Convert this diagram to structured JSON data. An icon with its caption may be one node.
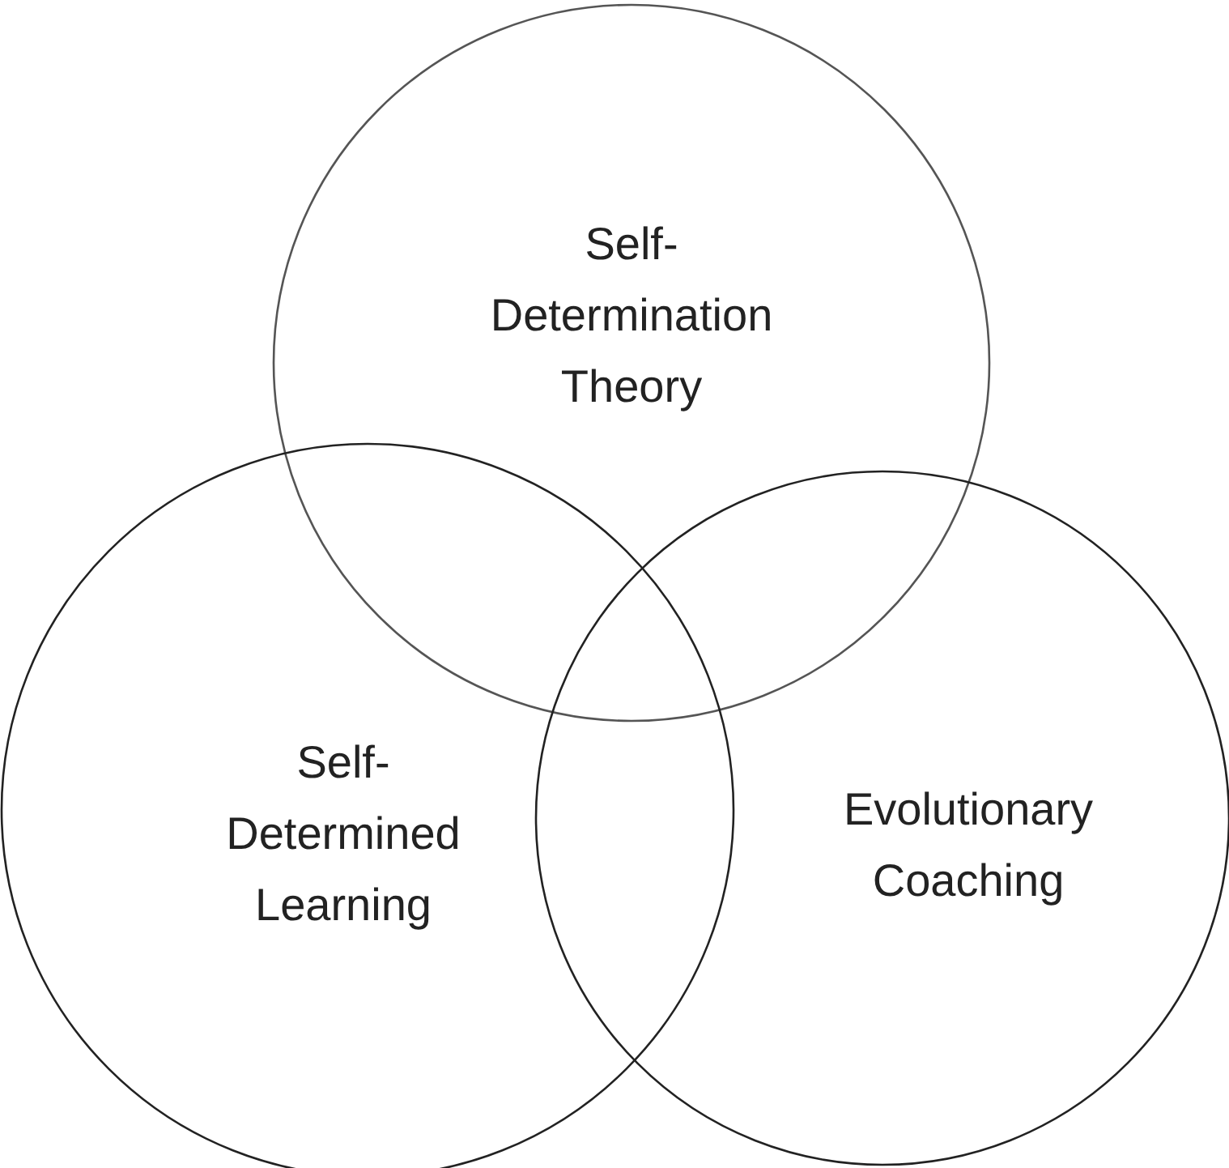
{
  "diagram": {
    "nodes": [
      {
        "text": [
          "Self- Determination Theory"
        ]
      },
      {
        "text": [
          "Self- Determined Learning"
        ]
      },
      {
        "text": [
          "Evolutionary Coaching"
        ]
      }
    ]
  }
}
